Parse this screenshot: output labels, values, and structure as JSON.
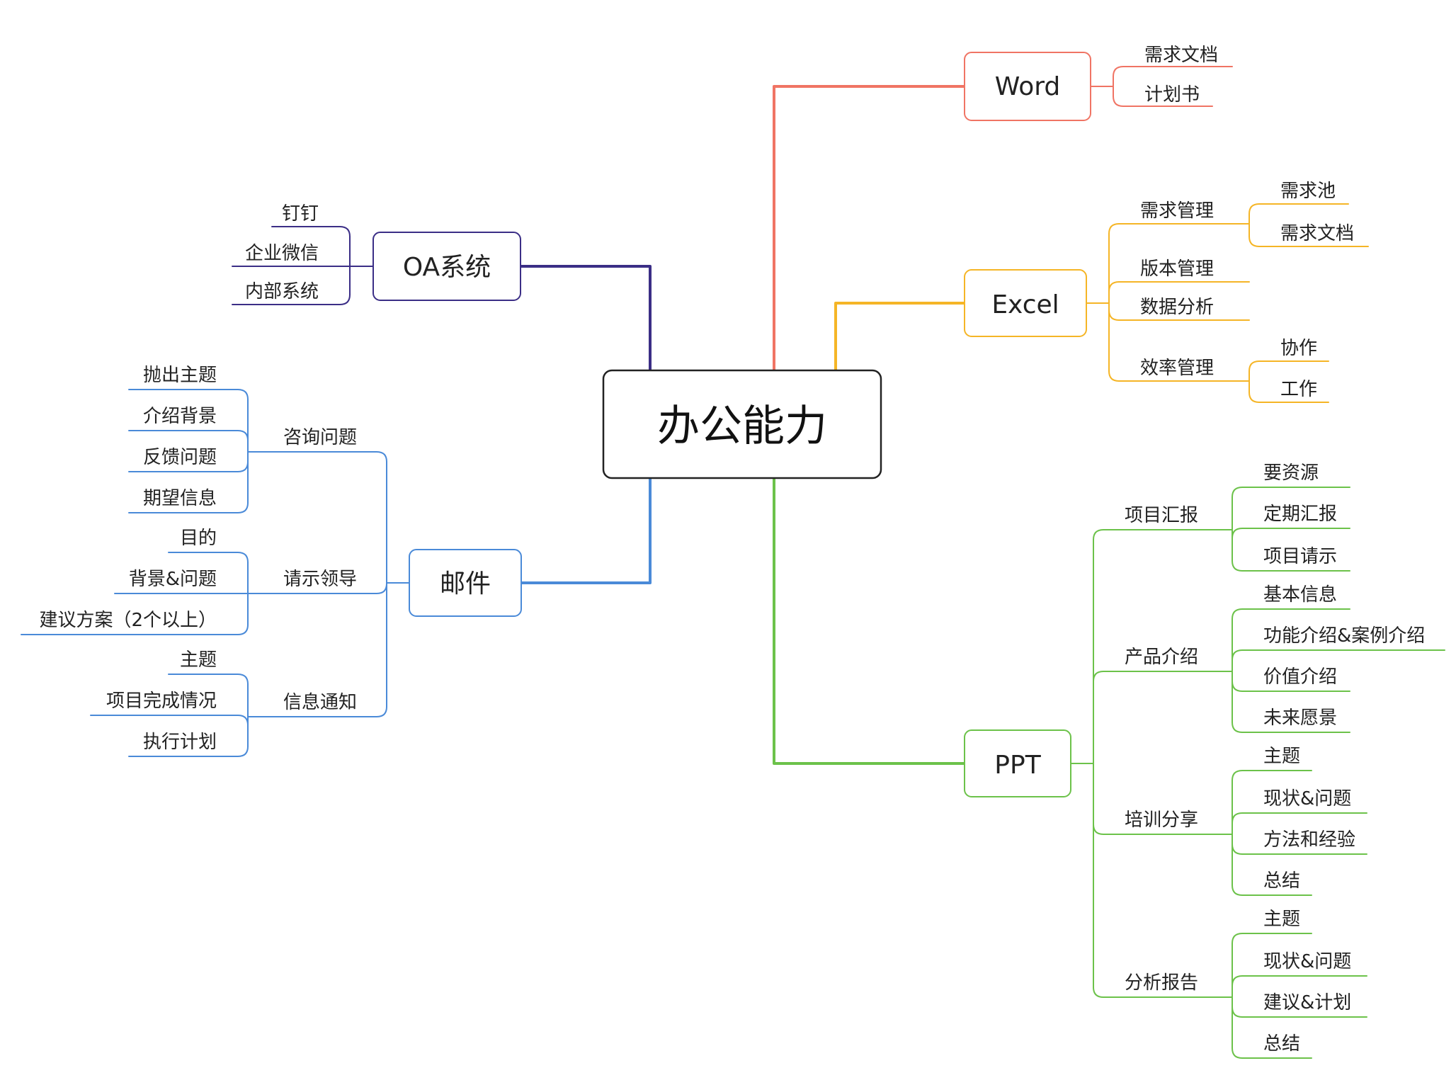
{
  "root": {
    "label": "办公能力"
  },
  "colors": {
    "root_border": "#222222",
    "word": "#f07464",
    "excel": "#f5b526",
    "ppt": "#6cc24a",
    "oa": "#3b2e86",
    "mail": "#4a8ad8"
  },
  "branches": {
    "word": {
      "label": "Word",
      "children": [
        {
          "label": "需求文档"
        },
        {
          "label": "计划书"
        }
      ]
    },
    "excel": {
      "label": "Excel",
      "children": [
        {
          "label": "需求管理",
          "children": [
            {
              "label": "需求池"
            },
            {
              "label": "需求文档"
            }
          ]
        },
        {
          "label": "版本管理"
        },
        {
          "label": "数据分析"
        },
        {
          "label": "效率管理",
          "children": [
            {
              "label": "协作"
            },
            {
              "label": "工作"
            }
          ]
        }
      ]
    },
    "ppt": {
      "label": "PPT",
      "children": [
        {
          "label": "项目汇报",
          "children": [
            {
              "label": "要资源"
            },
            {
              "label": "定期汇报"
            },
            {
              "label": "项目请示"
            }
          ]
        },
        {
          "label": "产品介绍",
          "children": [
            {
              "label": "基本信息"
            },
            {
              "label": "功能介绍&案例介绍"
            },
            {
              "label": "价值介绍"
            },
            {
              "label": "未来愿景"
            }
          ]
        },
        {
          "label": "培训分享",
          "children": [
            {
              "label": "主题"
            },
            {
              "label": "现状&问题"
            },
            {
              "label": "方法和经验"
            },
            {
              "label": "总结"
            }
          ]
        },
        {
          "label": "分析报告",
          "children": [
            {
              "label": "主题"
            },
            {
              "label": "现状&问题"
            },
            {
              "label": "建议&计划"
            },
            {
              "label": "总结"
            }
          ]
        }
      ]
    },
    "oa": {
      "label": "OA系统",
      "children": [
        {
          "label": "钉钉"
        },
        {
          "label": "企业微信"
        },
        {
          "label": "内部系统"
        }
      ]
    },
    "mail": {
      "label": "邮件",
      "children": [
        {
          "label": "咨询问题",
          "children": [
            {
              "label": "抛出主题"
            },
            {
              "label": "介绍背景"
            },
            {
              "label": "反馈问题"
            },
            {
              "label": "期望信息"
            }
          ]
        },
        {
          "label": "请示领导",
          "children": [
            {
              "label": "目的"
            },
            {
              "label": "背景&问题"
            },
            {
              "label": "建议方案（2个以上）"
            }
          ]
        },
        {
          "label": "信息通知",
          "children": [
            {
              "label": "主题"
            },
            {
              "label": "项目完成情况"
            },
            {
              "label": "执行计划"
            }
          ]
        }
      ]
    }
  }
}
